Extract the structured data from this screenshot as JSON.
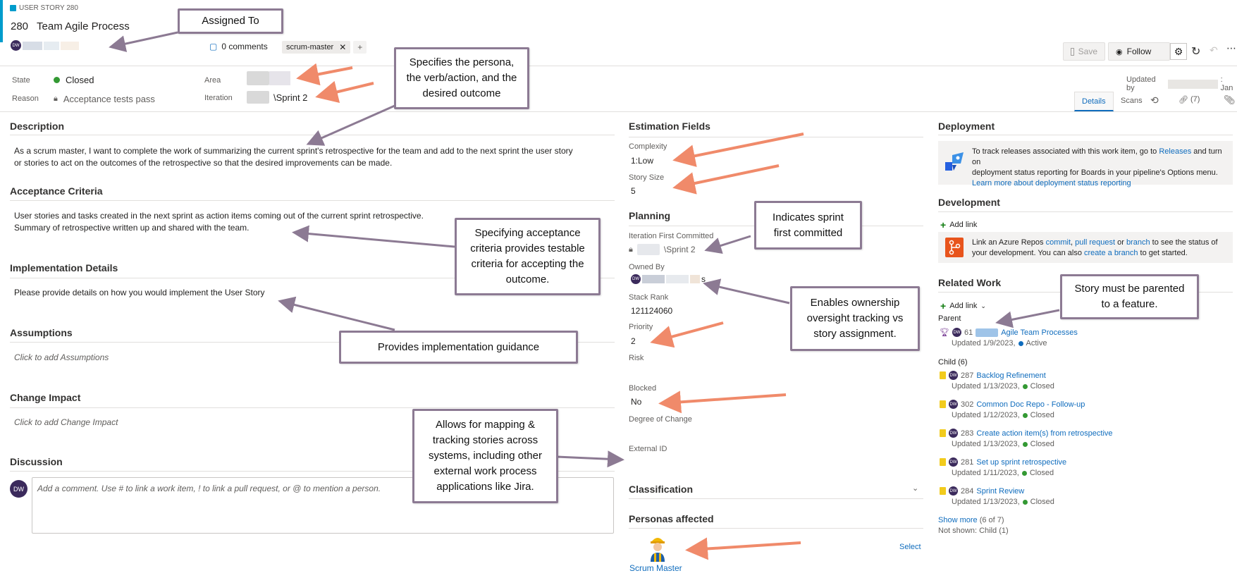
{
  "header": {
    "work_item_type": "USER STORY 280",
    "id": "280",
    "title": "Team Agile Process",
    "assignee_initials": "DW",
    "comments": "0 comments",
    "tag": "scrum-master",
    "tag_remove": "✕",
    "tag_add": "+",
    "save_label": "Save",
    "follow_label": "Follow",
    "updated_by_label": "Updated by",
    "updated_by_suffix": ": Jan"
  },
  "fields": {
    "state_label": "State",
    "state_value": "Closed",
    "reason_label": "Reason",
    "reason_value": "Acceptance tests pass",
    "area_label": "Area",
    "iteration_label": "Iteration",
    "iteration_value": "\\Sprint 2"
  },
  "tabs": {
    "details": "Details",
    "scans": "Scans",
    "links_count": "(7)"
  },
  "left": {
    "description_title": "Description",
    "description_line1": "As a scrum master, I want to complete the work of summarizing the current sprint's retrospective for the team and add to the next sprint the user story",
    "description_line2": "or stories to act on the outcomes of the retrospective so that the desired improvements can be made.",
    "acceptance_title": "Acceptance Criteria",
    "acceptance_line1": "User stories and tasks created in the next sprint as action items coming out of the current sprint retrospective.",
    "acceptance_line2": "Summary of retrospective written up and shared with the team.",
    "implementation_title": "Implementation Details",
    "implementation_text": "Please provide details on how you would implement the User Story",
    "assumptions_title": "Assumptions",
    "assumptions_placeholder": "Click to add Assumptions",
    "change_impact_title": "Change Impact",
    "change_impact_placeholder": "Click to add Change Impact",
    "discussion_title": "Discussion",
    "discussion_avatar": "DW",
    "discussion_placeholder": "Add a comment. Use # to link a work item, ! to link a pull request, or @ to mention a person."
  },
  "middle": {
    "estimation_title": "Estimation Fields",
    "complexity_label": "Complexity",
    "complexity_value": "1:Low",
    "story_size_label": "Story Size",
    "story_size_value": "5",
    "planning_title": "Planning",
    "iteration_first_label": "Iteration First Committed",
    "iteration_first_value": "\\Sprint 2",
    "owned_by_label": "Owned By",
    "owned_by_suffix": "s",
    "stack_rank_label": "Stack Rank",
    "stack_rank_value": "121124060",
    "priority_label": "Priority",
    "priority_value": "2",
    "risk_label": "Risk",
    "blocked_label": "Blocked",
    "blocked_value": "No",
    "degree_label": "Degree of Change",
    "external_id_label": "External ID",
    "classification_title": "Classification",
    "personas_title": "Personas affected",
    "persona_name": "Scrum Master",
    "select_label": "Select"
  },
  "right": {
    "deployment_title": "Deployment",
    "deployment_text_1": "To track releases associated with this work item, go to ",
    "deployment_link_releases": "Releases",
    "deployment_text_2": " and turn on",
    "deployment_text_3": "deployment status reporting for Boards in your pipeline's Options menu.",
    "deployment_link_learn": "Learn more about deployment status reporting",
    "development_title": "Development",
    "add_link": "Add link",
    "dev_text_1": "Link an Azure Repos ",
    "dev_link_commit": "commit",
    "dev_sep1": ", ",
    "dev_link_pr": "pull request",
    "dev_sep2": " or ",
    "dev_link_branch": "branch",
    "dev_text_2": " to see the status of",
    "dev_text_3": "your development. You can also ",
    "dev_link_create": "create a branch",
    "dev_text_4": " to get started.",
    "related_title": "Related Work",
    "related_add_link": "Add link",
    "parent_label": "Parent",
    "parent": {
      "id": "61",
      "title": "Agile Team Processes",
      "updated": "Updated 1/9/2023,",
      "status": "Active"
    },
    "child_label": "Child (6)",
    "children": [
      {
        "id": "287",
        "title": "Backlog Refinement",
        "updated": "Updated 1/13/2023,",
        "status": "Closed"
      },
      {
        "id": "302",
        "title": "Common Doc Repo - Follow-up",
        "updated": "Updated 1/12/2023,",
        "status": "Closed"
      },
      {
        "id": "283",
        "title": "Create action item(s) from retrospective",
        "updated": "Updated 1/13/2023,",
        "status": "Closed"
      },
      {
        "id": "281",
        "title": "Set up sprint retrospective",
        "updated": "Updated 1/11/2023,",
        "status": "Closed"
      },
      {
        "id": "284",
        "title": "Sprint Review",
        "updated": "Updated 1/13/2023,",
        "status": "Closed"
      }
    ],
    "show_more": "Show more",
    "show_more_count": "(6 of 7)",
    "not_shown": "Not shown: Child (1)"
  },
  "callouts": {
    "assigned_to": "Assigned To",
    "persona_verb": "Specifies the persona, the verb/action, and the desired outcome",
    "acceptance": "Specifying acceptance criteria provides testable criteria for accepting the outcome.",
    "implementation": "Provides implementation guidance",
    "mapping": "Allows for mapping & tracking stories across systems, including other external work process applications like Jira.",
    "sprint_first": "Indicates sprint first committed",
    "ownership": "Enables ownership oversight tracking vs story assignment.",
    "parented": "Story must be parented to a feature."
  },
  "colors": {
    "accent": "#009ccc",
    "link": "#0f6cbd",
    "arrow_orange": "#f08a6a",
    "arrow_purple": "#8c7a93",
    "closed_green": "#339933",
    "active_blue": "#0f6cbd"
  }
}
